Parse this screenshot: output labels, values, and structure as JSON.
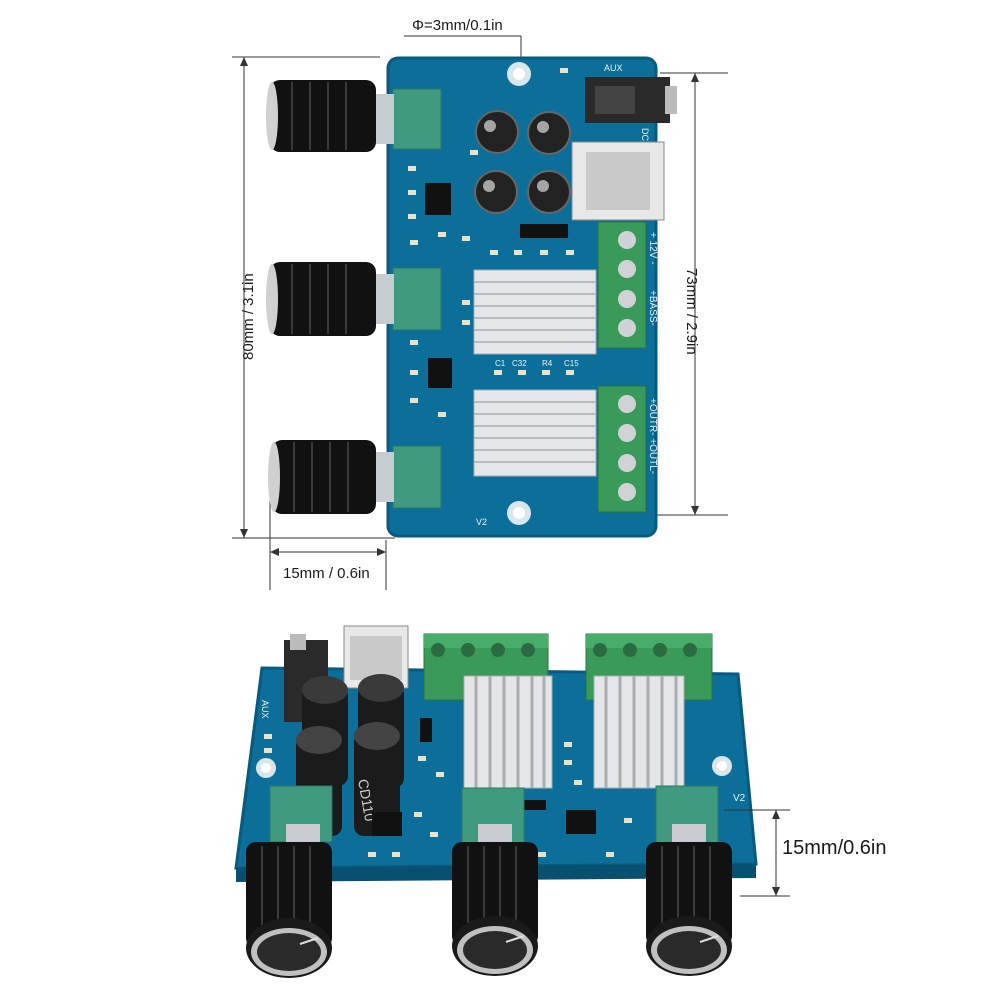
{
  "top_view": {
    "dim_hole": "Φ=3mm/0.1in",
    "dim_length": "73mm / 2.9in",
    "dim_width": "80mm / 3.1in",
    "dim_knob": "15mm / 0.6in",
    "silk_aux": "AUX",
    "silk_dc": "DC",
    "silk_power": "+ 12V -",
    "silk_bass": "+BASS-",
    "silk_out": "+OUTR- +OUTL-",
    "silk_v2": "V2",
    "silk_c1": "C1",
    "silk_c32": "C32",
    "silk_r4": "R4",
    "silk_c15": "C15"
  },
  "side_view": {
    "dim_height": "15mm/0.6in",
    "silk_aux": "AUX",
    "silk_v2": "V2",
    "silk_cd110": "CD110"
  },
  "colors": {
    "pcb": "#0b6f9a",
    "pcb_dark": "#085a7e",
    "terminal": "#3a9a5a",
    "pot": "#3f9a80",
    "knob": "#111111",
    "heatsink": "#e4e6e8",
    "dim_line": "#333333"
  }
}
